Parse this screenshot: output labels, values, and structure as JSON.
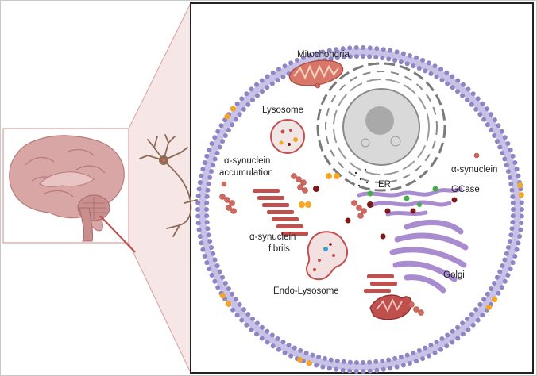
{
  "labels": {
    "mitochondria": "Mitochondria",
    "lysosome": "Lysosome",
    "accumulation_line1": "α-synuclein",
    "accumulation_line2": "accumulation",
    "alpha_synuclein": "α-synuclein",
    "er": "ER",
    "gcase": "GCase",
    "fibrils_line1": "α-synuclein",
    "fibrils_line2": "fibrils",
    "golgi": "Golgi",
    "endo_lysosome": "Endo-Lysosome"
  },
  "colors": {
    "membrane": "#8e85c4",
    "membrane_tail": "#c7c2e6",
    "brain": "#d9a6a6",
    "brain_dark": "#b97a7a",
    "zoom_cone": "#f0d4d4",
    "neuron": "#8c6a55",
    "synuclein": "#d06860",
    "fibril": "#c0504d",
    "er_golgi": "#a98bd0",
    "gcase_green": "#3fae49",
    "dark_red": "#7a1a1a",
    "orange": "#f5a623",
    "nucleus": "#b8b8b8"
  }
}
